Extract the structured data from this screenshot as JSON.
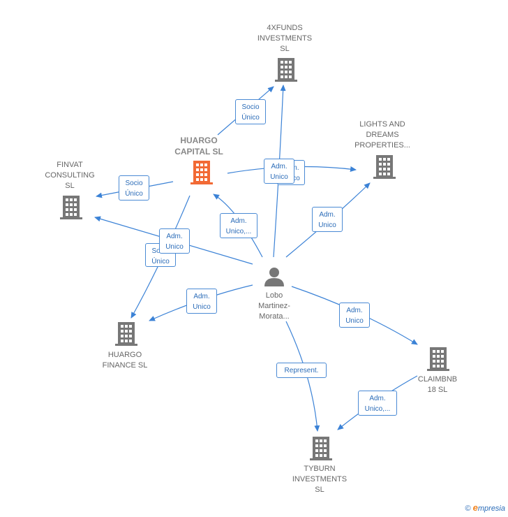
{
  "colors": {
    "edge": "#3b82d6",
    "building": "#777777",
    "main_building": "#f26a35",
    "person": "#777777"
  },
  "nodes": {
    "fourx": {
      "label": "4XFUNDS\nINVESTMENTS\nSL",
      "icon": "building-icon"
    },
    "lights": {
      "label": "LIGHTS AND\nDREAMS\nPROPERTIES...",
      "icon": "building-icon"
    },
    "huargo_capital": {
      "label": "HUARGO\nCAPITAL  SL",
      "icon": "building-icon"
    },
    "finvat": {
      "label": "FINVAT\nCONSULTING\nSL",
      "icon": "building-icon"
    },
    "huargo_finance": {
      "label": "HUARGO\nFINANCE  SL",
      "icon": "building-icon"
    },
    "claimbnb": {
      "label": "CLAIMBNB\n18  SL",
      "icon": "building-icon"
    },
    "tyburn": {
      "label": "TYBURN\nINVESTMENTS\nSL",
      "icon": "building-icon"
    },
    "lobo": {
      "label": "Lobo\nMartinez-\nMorata...",
      "icon": "person-icon"
    }
  },
  "edges": [
    {
      "id": "socio-capital-4x",
      "label": "Socio\nÚnico"
    },
    {
      "id": "socio-capital-finvat",
      "label": "Socio\nÚnico"
    },
    {
      "id": "adm-lobo-lights-back",
      "label": "Adm.\nUnico"
    },
    {
      "id": "adm-lobo-4x",
      "label": "Adm.\nUnico"
    },
    {
      "id": "adm-lobo-capital",
      "label": "Adm.\nUnico,..."
    },
    {
      "id": "adm-lobo-lights",
      "label": "Adm.\nUnico"
    },
    {
      "id": "socio-capital-finance",
      "label": "Socio\nÚnico"
    },
    {
      "id": "adm-lobo-finvat",
      "label": "Adm.\nUnico"
    },
    {
      "id": "adm-lobo-finance",
      "label": "Adm.\nUnico"
    },
    {
      "id": "adm-lobo-claimbnb",
      "label": "Adm.\nUnico"
    },
    {
      "id": "represent-lobo-tyburn",
      "label": "Represent."
    },
    {
      "id": "adm-claimbnb-tyburn",
      "label": "Adm.\nUnico,..."
    }
  ],
  "footer": {
    "copyright": "©",
    "brand_initial": "e",
    "brand_rest": "mpresia"
  }
}
